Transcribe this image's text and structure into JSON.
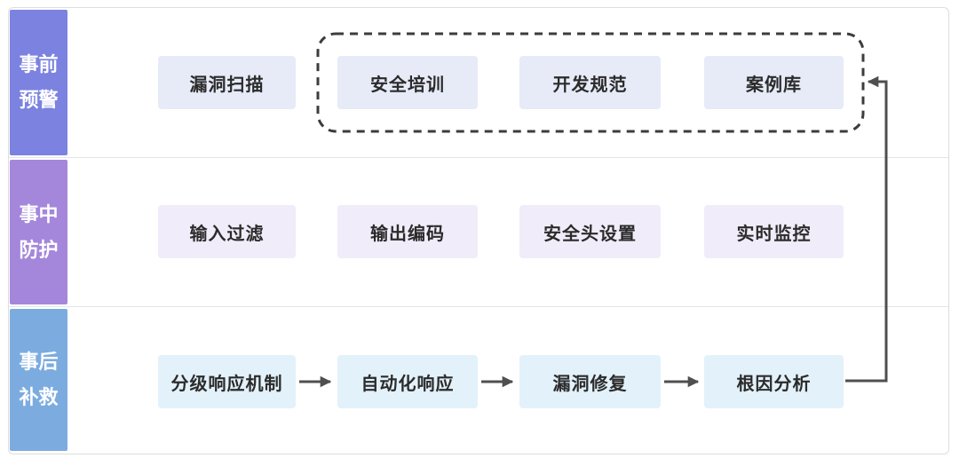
{
  "diagram": {
    "rows": [
      {
        "label": "事前预警",
        "items": [
          "漏洞扫描",
          "安全培训",
          "开发规范",
          "案例库"
        ]
      },
      {
        "label": "事中防护",
        "items": [
          "输入过滤",
          "输出编码",
          "安全头设置",
          "实时监控"
        ]
      },
      {
        "label": "事后补救",
        "items": [
          "分级响应机制",
          "自动化响应",
          "漏洞修复",
          "根因分析"
        ]
      }
    ],
    "dashed_group": {
      "contains": [
        "安全培训",
        "开发规范",
        "案例库"
      ]
    },
    "flow": {
      "sequence": [
        "分级响应机制",
        "自动化响应",
        "漏洞修复",
        "根因分析"
      ],
      "feedback_arrow": {
        "from": "根因分析",
        "to": "dashed-group"
      }
    }
  },
  "colors": {
    "row1_label_bg": "#7B82DF",
    "row2_label_bg": "#A487DB",
    "row3_label_bg": "#7CACDF",
    "row1_node_bg": "#E7EBF8",
    "row2_node_bg": "#F1ECF9",
    "row3_node_bg": "#E3F1FA",
    "node_text": "#2B2B2B",
    "label_text": "#FFFFFF",
    "arrow": "#4F4F4F",
    "dashed_border": "#3C3C3C",
    "frame_border": "#DDDDDD",
    "background": "#FFFFFF"
  }
}
